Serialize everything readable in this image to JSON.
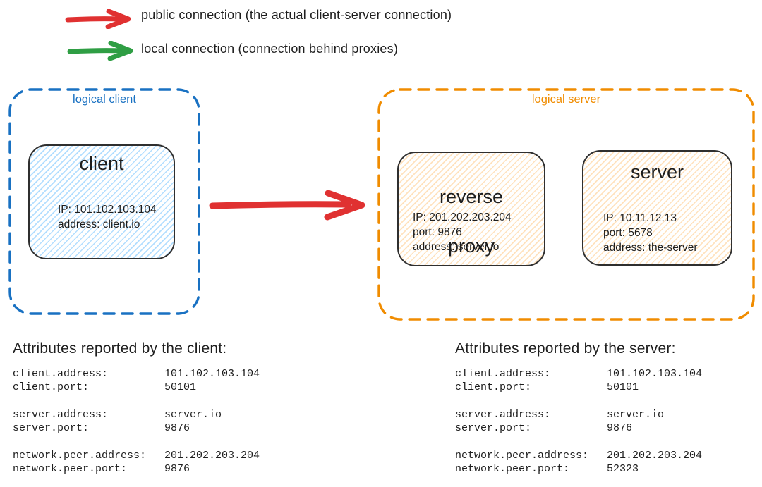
{
  "colors": {
    "public_arrow": "#e03131",
    "local_arrow": "#2f9e44",
    "logical_client_border": "#1971c2",
    "logical_server_border": "#f08c00",
    "client_node_fill": "#a5d8ff",
    "server_node_fill": "#ffd8a8",
    "text": "#1e1e1e"
  },
  "legend": {
    "public": {
      "label": "public connection (the actual client-server connection)"
    },
    "local": {
      "label": "local connection (connection behind proxies)"
    }
  },
  "diagram": {
    "logical_client": {
      "label": "logical client",
      "client_node": {
        "title": "client",
        "info": {
          "0": "IP: 101.102.103.104",
          "1": "address: client.io"
        }
      }
    },
    "logical_server": {
      "label": "logical server",
      "proxy_node": {
        "title_line1": "reverse",
        "title_line2": "proxy",
        "info": {
          "0": "IP: 201.202.203.204",
          "1": "port: 9876",
          "2": "address: server.io"
        }
      },
      "server_node": {
        "title": "server",
        "info": {
          "0": "IP: 10.11.12.13",
          "1": "port: 5678",
          "2": "address: the-server"
        }
      }
    }
  },
  "attrs_client": {
    "title": "Attributes reported by the client:",
    "rows": [
      {
        "key": "client.address:",
        "value": "101.102.103.104"
      },
      {
        "key": "client.port:",
        "value": "50101"
      },
      {
        "key": "server.address:",
        "value": "server.io"
      },
      {
        "key": "server.port:",
        "value": "9876"
      },
      {
        "key": "network.peer.address:",
        "value": "201.202.203.204"
      },
      {
        "key": "network.peer.port:",
        "value": "9876"
      }
    ]
  },
  "attrs_server": {
    "title": "Attributes reported by the server:",
    "rows": [
      {
        "key": "client.address:",
        "value": "101.102.103.104"
      },
      {
        "key": "client.port:",
        "value": "50101"
      },
      {
        "key": "server.address:",
        "value": "server.io"
      },
      {
        "key": "server.port:",
        "value": "9876"
      },
      {
        "key": "network.peer.address:",
        "value": "201.202.203.204"
      },
      {
        "key": "network.peer.port:",
        "value": "52323"
      }
    ]
  }
}
